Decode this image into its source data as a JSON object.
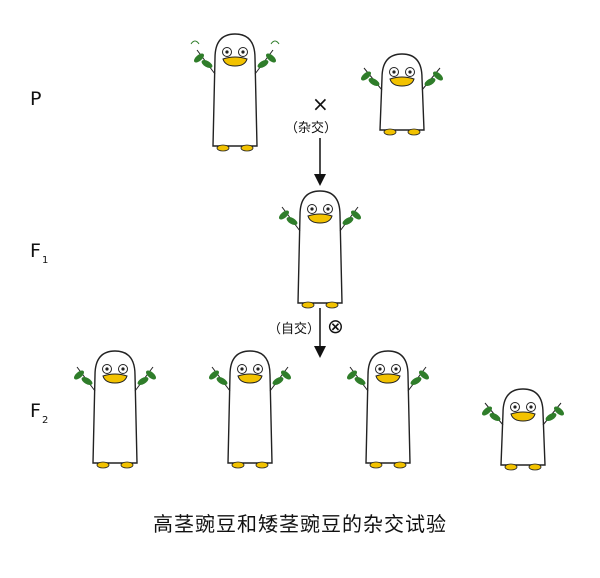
{
  "generations": {
    "p": {
      "label": "P"
    },
    "f1": {
      "label": "F",
      "sub": "1"
    },
    "f2": {
      "label": "F",
      "sub": "2"
    }
  },
  "annotations": {
    "cross_symbol": "×",
    "cross_label": "（杂交）",
    "self_label": "（自交）",
    "self_symbol": "⊗"
  },
  "caption": "高茎豌豆和矮茎豌豆的杂交试验",
  "individuals": {
    "p": [
      "tall",
      "short"
    ],
    "f1": [
      "tall"
    ],
    "f2": [
      "tall",
      "tall",
      "tall",
      "short"
    ]
  },
  "colors": {
    "leaf": "#2f7d2a",
    "beak": "#f2c200",
    "outline": "#222222"
  }
}
